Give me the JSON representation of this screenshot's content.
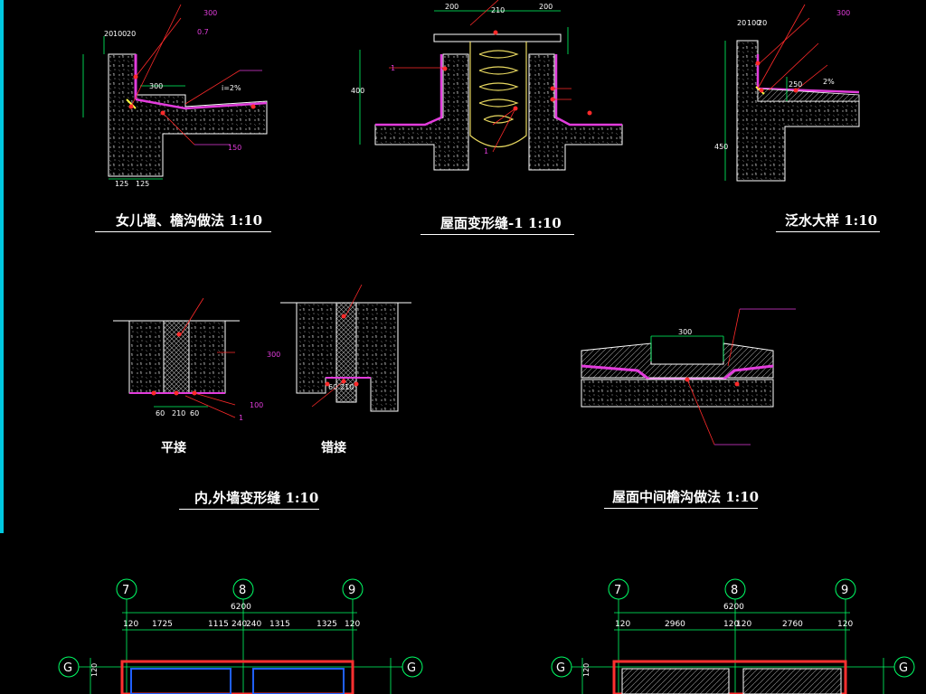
{
  "colors": {
    "background": "#000000",
    "leader": "#ff2a2a",
    "membrane": "#e23cdc",
    "dimension": "#00ff66",
    "text": "#ffffff",
    "grid": "#ffffff",
    "wall_red": "#ff3030",
    "wall_blue": "#2060ff",
    "drain": "#e8d860",
    "edge_bar": "#00c8e0"
  },
  "details": {
    "parapet_title": "女儿墙、檐沟做法  1:10",
    "joint1_title": "屋面变形缝-1  1:10",
    "flashing_title": "泛水大样  1:10",
    "wall_joint_title": "内,外墙变形缝  1:10",
    "mid_gutter_title": "屋面中间檐沟做法  1:10",
    "flat_label": "平接",
    "staggered_label": "错接"
  },
  "dims": {
    "parapet": {
      "d1": "20",
      "d2": "100",
      "d3": "20",
      "d4": "300",
      "slope": "i=2%",
      "w1": "125",
      "w2": "125"
    },
    "joint1": {
      "left": "200",
      "mid": "210",
      "right": "200",
      "h": "400"
    },
    "flashing": {
      "d1": "20",
      "d2": "100",
      "d3": "20",
      "d4": "250",
      "slope": "2%",
      "h": "450"
    },
    "flat": {
      "a": "60",
      "b": "210",
      "c": "60"
    },
    "stagger": {
      "a": "60",
      "b": "210"
    },
    "mid_gutter": {
      "w": "300"
    }
  },
  "notes": {
    "n300": "300",
    "n0_7": "0.7",
    "n100": "100",
    "n150": "150",
    "n1": "1"
  },
  "plans": [
    {
      "axes": [
        "7",
        "8",
        "9"
      ],
      "total": "6200",
      "segments": [
        "120",
        "1725",
        "1115",
        "240",
        "240",
        "1315",
        "1325",
        "120"
      ],
      "row_axis": "G",
      "side": "120"
    },
    {
      "axes": [
        "7",
        "8",
        "9"
      ],
      "total": "6200",
      "segments": [
        "120",
        "2960",
        "120",
        "120",
        "2760",
        "120"
      ],
      "row_axis": "G",
      "side": "120"
    }
  ]
}
